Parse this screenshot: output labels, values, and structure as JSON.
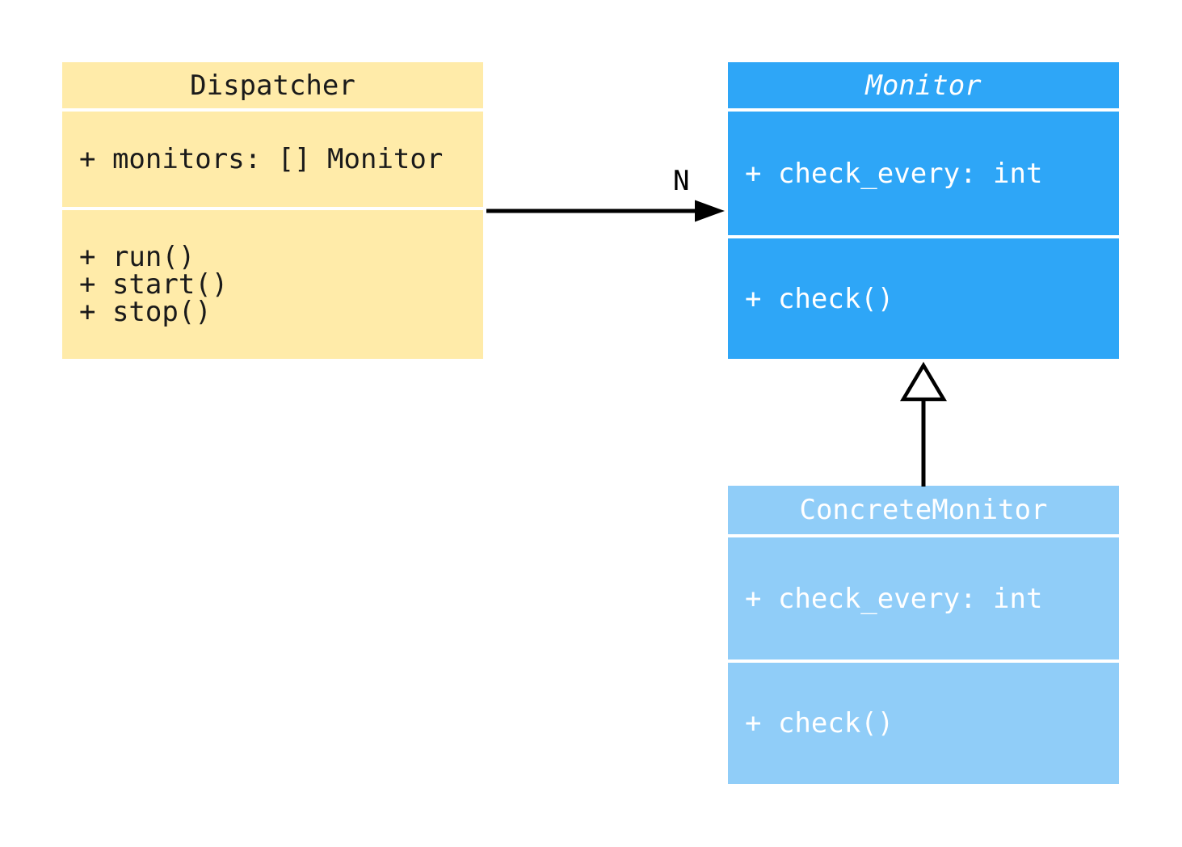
{
  "diagram": {
    "classes": [
      {
        "name": "Dispatcher",
        "abstract": false,
        "attributes": [
          "+ monitors: [] Monitor"
        ],
        "methods": [
          "+ run()",
          "+ start()",
          "+ stop()"
        ],
        "fill": "#FFEBA9",
        "text_color": "#1a1a1a"
      },
      {
        "name": "Monitor",
        "abstract": true,
        "attributes": [
          "+ check_every: int"
        ],
        "methods": [
          "+ check()"
        ],
        "fill": "#2EA6F7",
        "text_color": "#ffffff"
      },
      {
        "name": "ConcreteMonitor",
        "abstract": false,
        "attributes": [
          "+ check_every: int"
        ],
        "methods": [
          "+ check()"
        ],
        "fill": "#90CDF8",
        "text_color": "#ffffff"
      }
    ],
    "relations": [
      {
        "type": "association",
        "from": "Dispatcher",
        "to": "Monitor",
        "label": "N"
      },
      {
        "type": "inheritance",
        "from": "ConcreteMonitor",
        "to": "Monitor",
        "label": ""
      }
    ],
    "colors": {
      "background": "#ffffff",
      "connector": "#000000"
    }
  }
}
